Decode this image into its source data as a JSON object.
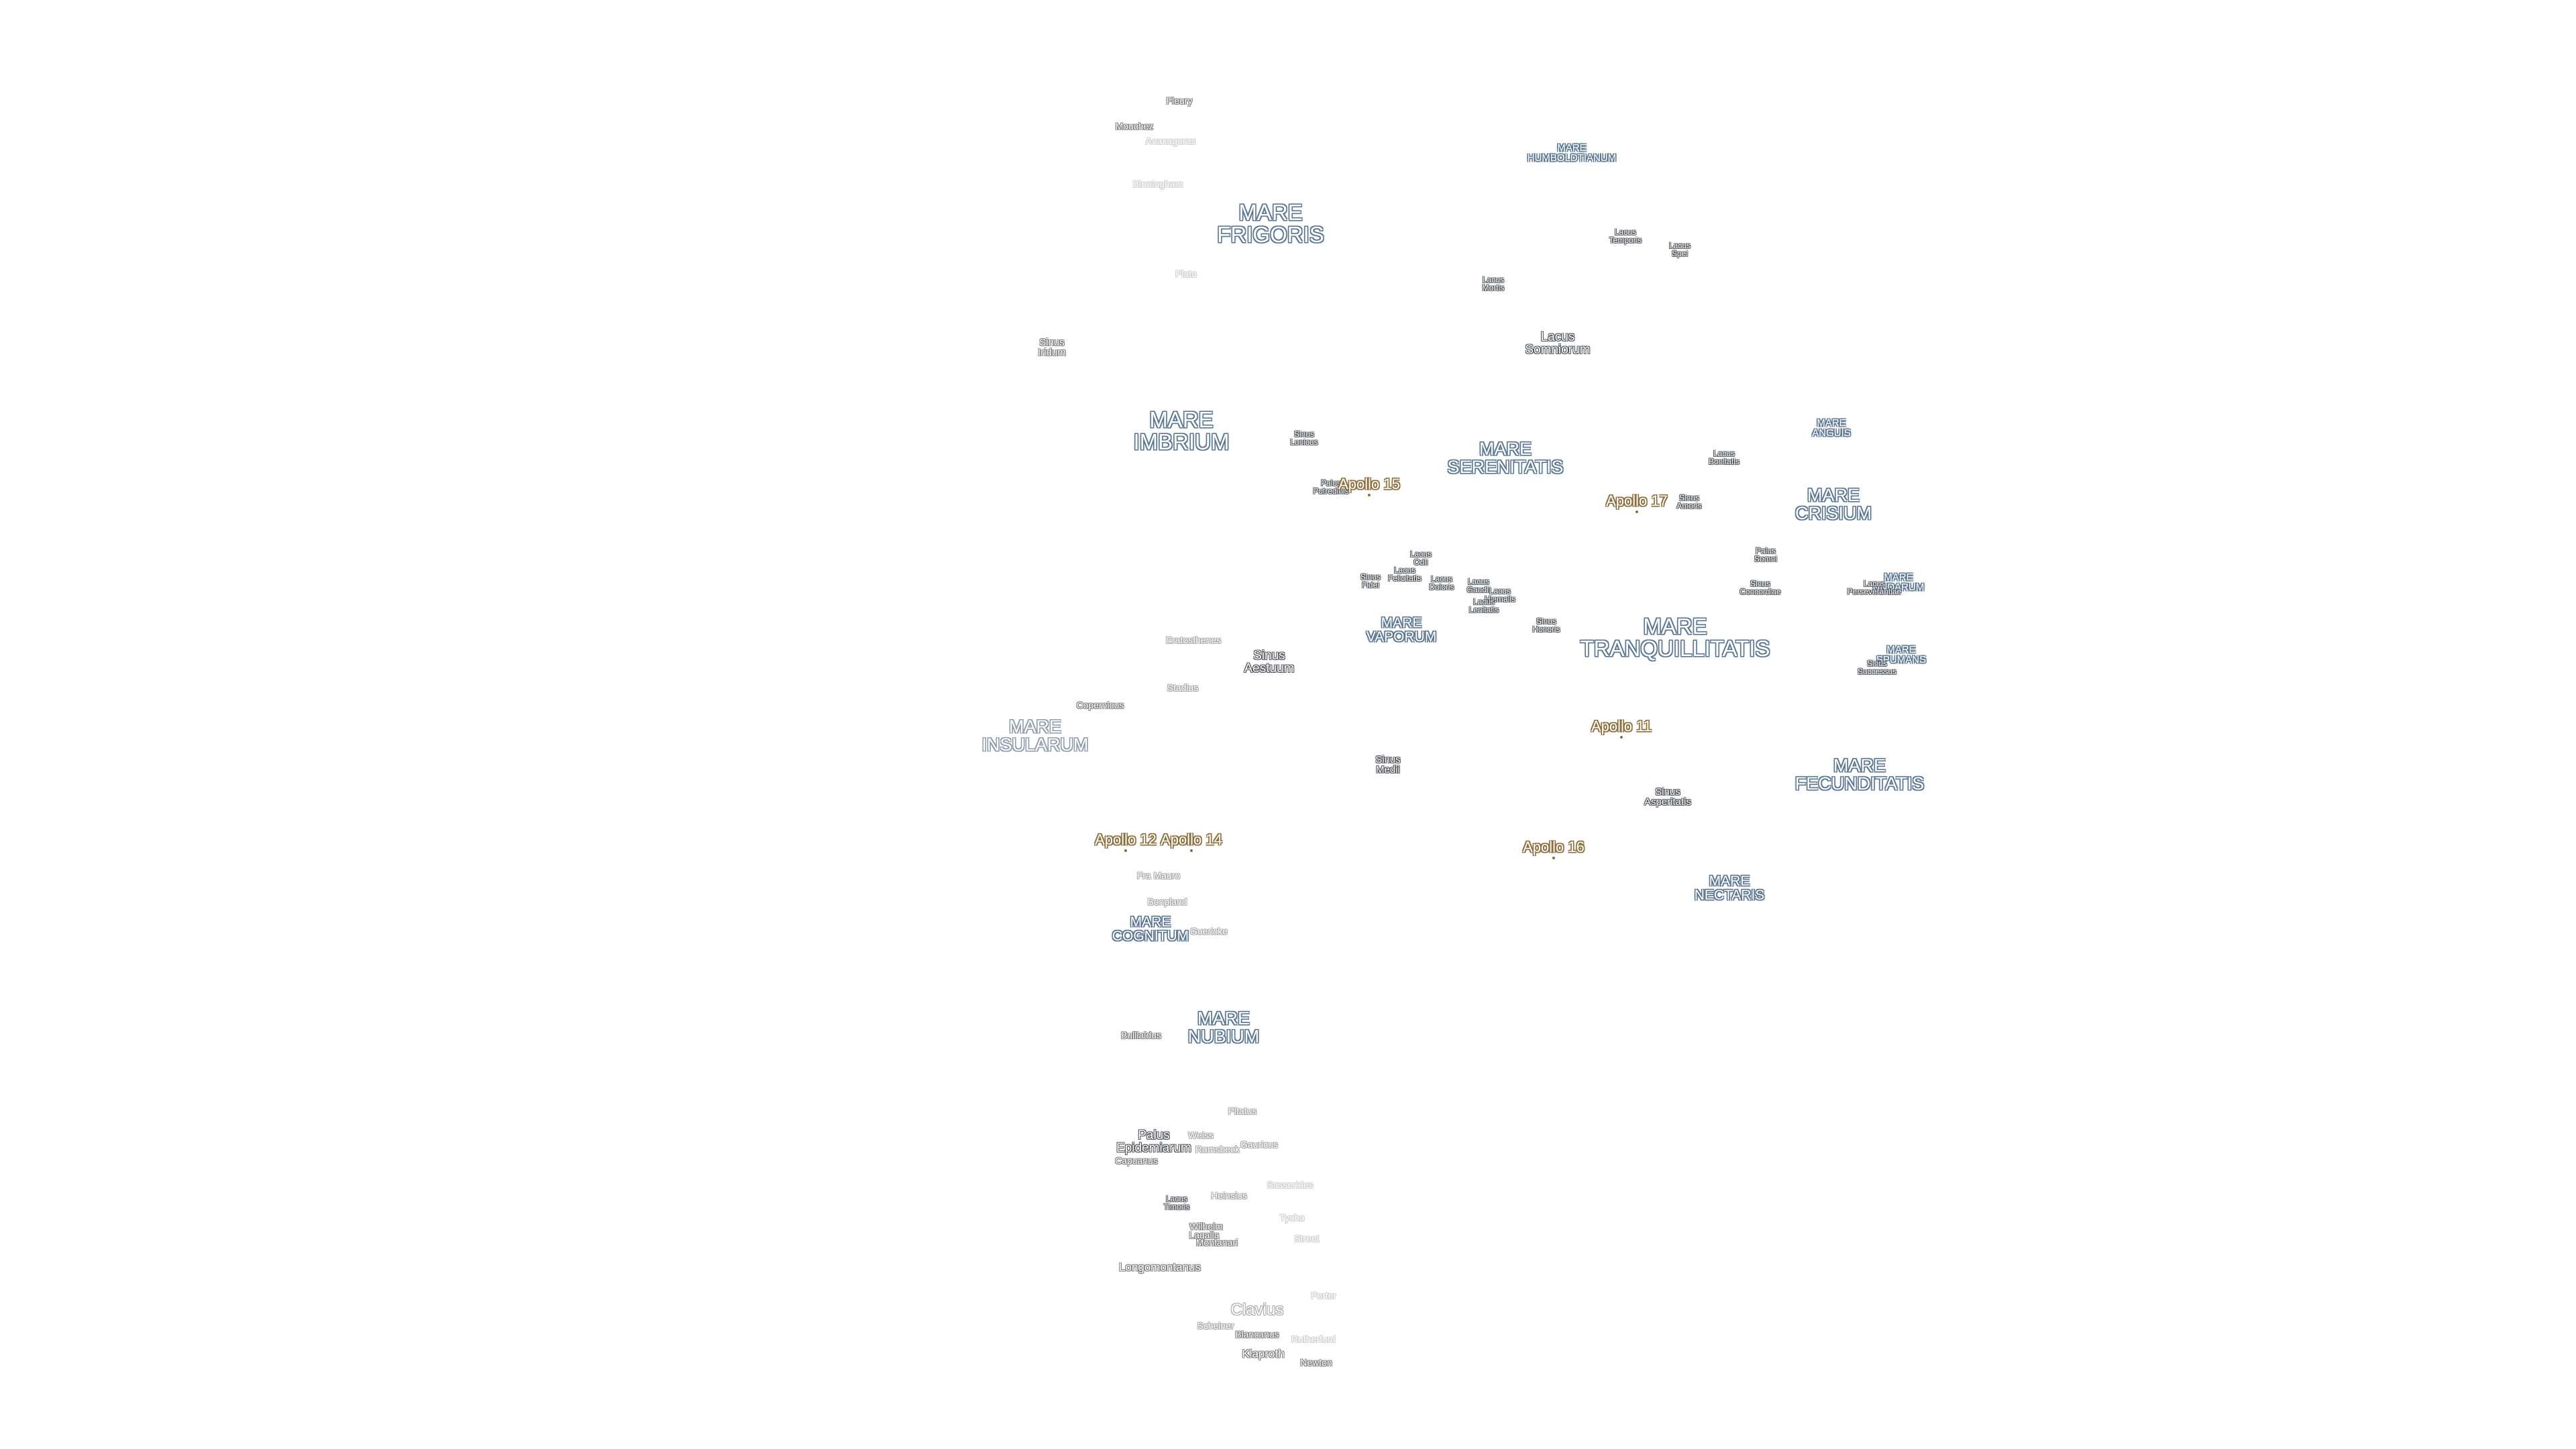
{
  "maria": [
    {
      "name": "MARE\nFRIGORIS",
      "size": "mare-xl",
      "tone": "blue"
    },
    {
      "name": "MARE\nIMBRIUM",
      "size": "mare-xl",
      "tone": "blue"
    },
    {
      "name": "MARE\nSERENITATIS",
      "size": "mare-l",
      "tone": "blue"
    },
    {
      "name": "MARE\nTRANQUILLITATIS",
      "size": "mare-xl",
      "tone": "blue"
    },
    {
      "name": "MARE\nFECUNDITATIS",
      "size": "mare-l",
      "tone": "blue"
    },
    {
      "name": "MARE\nCRISIUM",
      "size": "mare-l",
      "tone": "blue"
    },
    {
      "name": "MARE\nNECTARIS",
      "size": "mare-m",
      "tone": "blue"
    },
    {
      "name": "MARE\nVAPORUM",
      "size": "mare-m",
      "tone": "blue"
    },
    {
      "name": "MARE\nNUBIUM",
      "size": "mare-l",
      "tone": "blue"
    },
    {
      "name": "MARE\nCOGNITUM",
      "size": "mare-m",
      "tone": "blue"
    },
    {
      "name": "MARE\nINSULARUM",
      "size": "mare-l",
      "tone": "blue-dim"
    },
    {
      "name": "MARE\nHUMBOLDTIANUM",
      "size": "mare-s",
      "tone": "blue"
    },
    {
      "name": "MARE\nANGUIS",
      "size": "mare-s",
      "tone": "blue"
    },
    {
      "name": "MARE\nUNDARUM",
      "size": "mare-s",
      "tone": "blue"
    },
    {
      "name": "MARE\nSPUMANS",
      "size": "mare-s",
      "tone": "blue"
    }
  ],
  "features": [
    {
      "name": "Lacus\nSomniorum",
      "size": "small-m",
      "tone": "dark"
    },
    {
      "name": "Lacus\nMortis",
      "size": "small-xs",
      "tone": "dark"
    },
    {
      "name": "Lacus\nTemporis",
      "size": "small-xs",
      "tone": "dark"
    },
    {
      "name": "Lacus\nSpei",
      "size": "small-xs",
      "tone": "dark"
    },
    {
      "name": "Sinus\nIridum",
      "size": "small-s",
      "tone": "gray1"
    },
    {
      "name": "Sinus\nLunicus",
      "size": "small-xs",
      "tone": "dark"
    },
    {
      "name": "Palus\nPutredinis",
      "size": "small-xs",
      "tone": "dark"
    },
    {
      "name": "Lacus\nBonitatis",
      "size": "small-xs",
      "tone": "dark"
    },
    {
      "name": "Sinus\nAmoris",
      "size": "small-xs",
      "tone": "dark"
    },
    {
      "name": "Palus\nSomni",
      "size": "small-xs",
      "tone": "dark"
    },
    {
      "name": "Sinus\nConcordiae",
      "size": "small-xs",
      "tone": "dark"
    },
    {
      "name": "Lacus\nPerseverantiae",
      "size": "small-xs",
      "tone": "dark"
    },
    {
      "name": "Lacus\nOdii",
      "size": "small-xs",
      "tone": "dark"
    },
    {
      "name": "Lacus\nFelicitatis",
      "size": "small-xs",
      "tone": "dark"
    },
    {
      "name": "Sinus\nFidei",
      "size": "small-xs",
      "tone": "dark"
    },
    {
      "name": "Lacus\nDoloris",
      "size": "small-xs",
      "tone": "dark"
    },
    {
      "name": "Lacus\nGaudii",
      "size": "small-xs",
      "tone": "dark"
    },
    {
      "name": "Lacus\nHiemalis",
      "size": "small-xs",
      "tone": "dark"
    },
    {
      "name": "Lacus\nLenitatis",
      "size": "small-xs",
      "tone": "dark"
    },
    {
      "name": "Sinus\nHonoris",
      "size": "small-xs",
      "tone": "dark"
    },
    {
      "name": "Sinus\nAestuum",
      "size": "small-m",
      "tone": "dark"
    },
    {
      "name": "Sinus\nMedii",
      "size": "small-s",
      "tone": "dark"
    },
    {
      "name": "Sinus\nAsperitatis",
      "size": "small-s",
      "tone": "dark"
    },
    {
      "name": "Sinus\nSuccessus",
      "size": "small-xs",
      "tone": "dark"
    },
    {
      "name": "Palus\nEpidemiarum",
      "size": "small-m",
      "tone": "dark"
    },
    {
      "name": "Lacus\nTimoris",
      "size": "small-xs",
      "tone": "dark"
    }
  ],
  "craters": [
    {
      "name": "Fleury",
      "size": "crater",
      "tone": "gray1"
    },
    {
      "name": "Mouchez",
      "size": "crater",
      "tone": "gray1"
    },
    {
      "name": "Anaxagoras",
      "size": "crater",
      "tone": "gray3"
    },
    {
      "name": "Birmingham",
      "size": "crater",
      "tone": "gray3"
    },
    {
      "name": "Plato",
      "size": "crater",
      "tone": "gray3"
    },
    {
      "name": "Eratosthenes",
      "size": "crater",
      "tone": "gray2"
    },
    {
      "name": "Copernicus",
      "size": "crater",
      "tone": "gray1"
    },
    {
      "name": "Stadius",
      "size": "crater",
      "tone": "gray2"
    },
    {
      "name": "Fra Mauro",
      "size": "crater",
      "tone": "gray2"
    },
    {
      "name": "Bonpland",
      "size": "crater",
      "tone": "gray2"
    },
    {
      "name": "Guericke",
      "size": "crater",
      "tone": "gray2"
    },
    {
      "name": "Bullialdus",
      "size": "crater",
      "tone": "gray1"
    },
    {
      "name": "Pitatus",
      "size": "crater",
      "tone": "gray2"
    },
    {
      "name": "Weiss",
      "size": "crater",
      "tone": "gray2"
    },
    {
      "name": "Gauricus",
      "size": "crater",
      "tone": "gray2"
    },
    {
      "name": "Ramsbeck",
      "size": "crater",
      "tone": "gray2"
    },
    {
      "name": "Capuanus",
      "size": "crater",
      "tone": "gray1"
    },
    {
      "name": "Heinsius",
      "size": "crater",
      "tone": "gray2"
    },
    {
      "name": "Sasserides",
      "size": "crater",
      "tone": "gray3"
    },
    {
      "name": "Tycho",
      "size": "crater",
      "tone": "gray3"
    },
    {
      "name": "Wilhelm",
      "size": "crater",
      "tone": "gray1"
    },
    {
      "name": "Lagalla",
      "size": "crater",
      "tone": "gray1"
    },
    {
      "name": "Montanari",
      "size": "crater",
      "tone": "gray1"
    },
    {
      "name": "Street",
      "size": "crater",
      "tone": "gray3"
    },
    {
      "name": "Longomontanus",
      "size": "crater-m",
      "tone": "gray1"
    },
    {
      "name": "Porter",
      "size": "crater",
      "tone": "gray3"
    },
    {
      "name": "Clavius",
      "size": "crater-l",
      "tone": "gray2"
    },
    {
      "name": "Scheiner",
      "size": "crater",
      "tone": "gray2"
    },
    {
      "name": "Blancanus",
      "size": "crater",
      "tone": "gray1"
    },
    {
      "name": "Rutherfurd",
      "size": "crater",
      "tone": "gray3"
    },
    {
      "name": "Klaproth",
      "size": "crater-m",
      "tone": "gray1"
    },
    {
      "name": "Newton",
      "size": "crater",
      "tone": "gray1"
    }
  ],
  "apollo_sites": [
    {
      "name": "Apollo 15"
    },
    {
      "name": "Apollo 17"
    },
    {
      "name": "Apollo 11"
    },
    {
      "name": "Apollo 12"
    },
    {
      "name": "Apollo 14"
    },
    {
      "name": "Apollo 16"
    }
  ]
}
